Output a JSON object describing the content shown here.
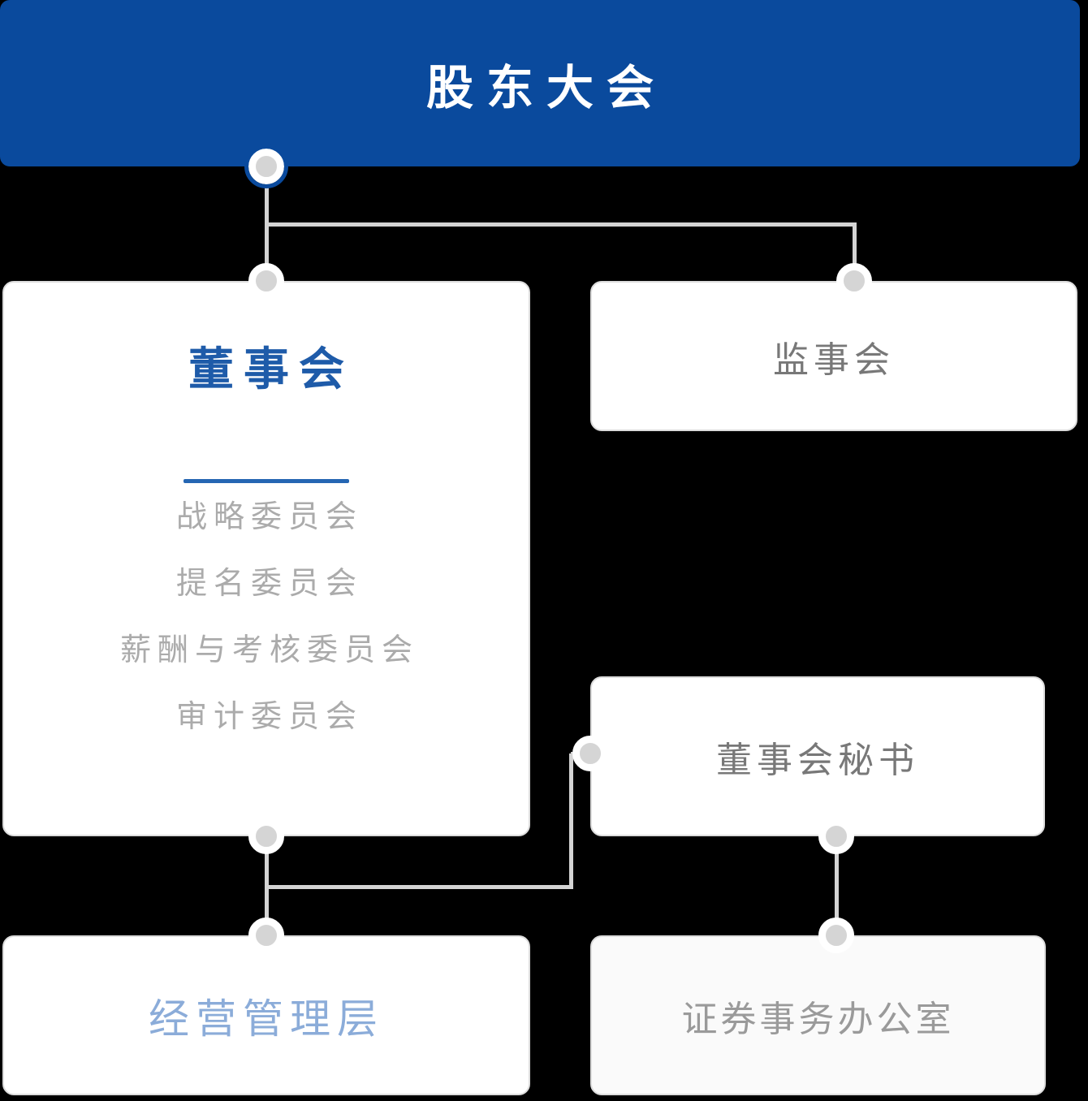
{
  "palette": {
    "page_bg": "#000000",
    "banner_bg": "#0a4a9d",
    "banner_text": "#ffffff",
    "title_blue": "#1e5ba9",
    "underline_blue": "#2566b3",
    "committee_gray": "#ababab",
    "label_gray": "#787878",
    "muted_gray": "#9a9a9a",
    "mgmt_blue": "#8bacd9",
    "line_gray": "#d4d4d4",
    "dot_gray": "#d5d5d5",
    "dot_ring": "#ffffff",
    "box_border": "#dcdcdc",
    "box_bg": "#ffffff",
    "box_bg_muted": "#fafafa"
  },
  "nodes": {
    "shareholders": {
      "label": "股东大会"
    },
    "board": {
      "title": "董事会",
      "committees": [
        "战略委员会",
        "提名委员会",
        "薪酬与考核委员会",
        "审计委员会"
      ]
    },
    "supervisory": {
      "label": "监事会"
    },
    "secretary": {
      "label": "董事会秘书"
    },
    "management": {
      "label": "经营管理层"
    },
    "securities_office": {
      "label": "证券事务办公室"
    }
  }
}
